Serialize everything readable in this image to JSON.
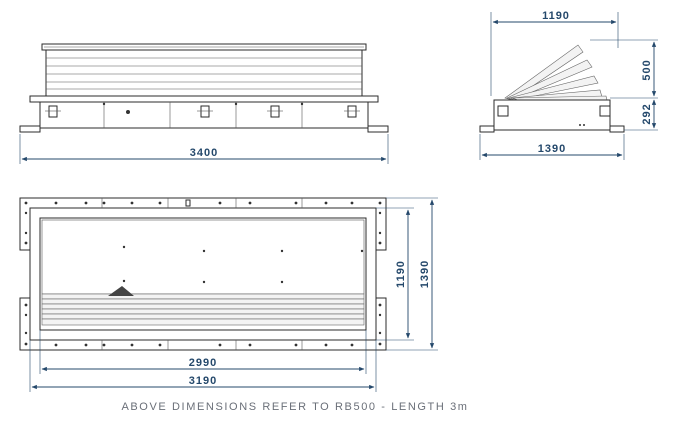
{
  "dimensions": {
    "side_length": "3400",
    "end_width_top": "1190",
    "end_width_bottom": "1390",
    "end_open_height": "500",
    "end_base_height": "292",
    "plan_inner_length": "2990",
    "plan_outer_length": "3190",
    "plan_inner_width": "1190",
    "plan_outer_width": "1390"
  },
  "caption": "ABOVE DIMENSIONS REFER TO RB500 - LENGTH 3m",
  "colors": {
    "dimension": "#24486b",
    "caption": "#6a6f78",
    "outline": "#2b2b2b"
  }
}
